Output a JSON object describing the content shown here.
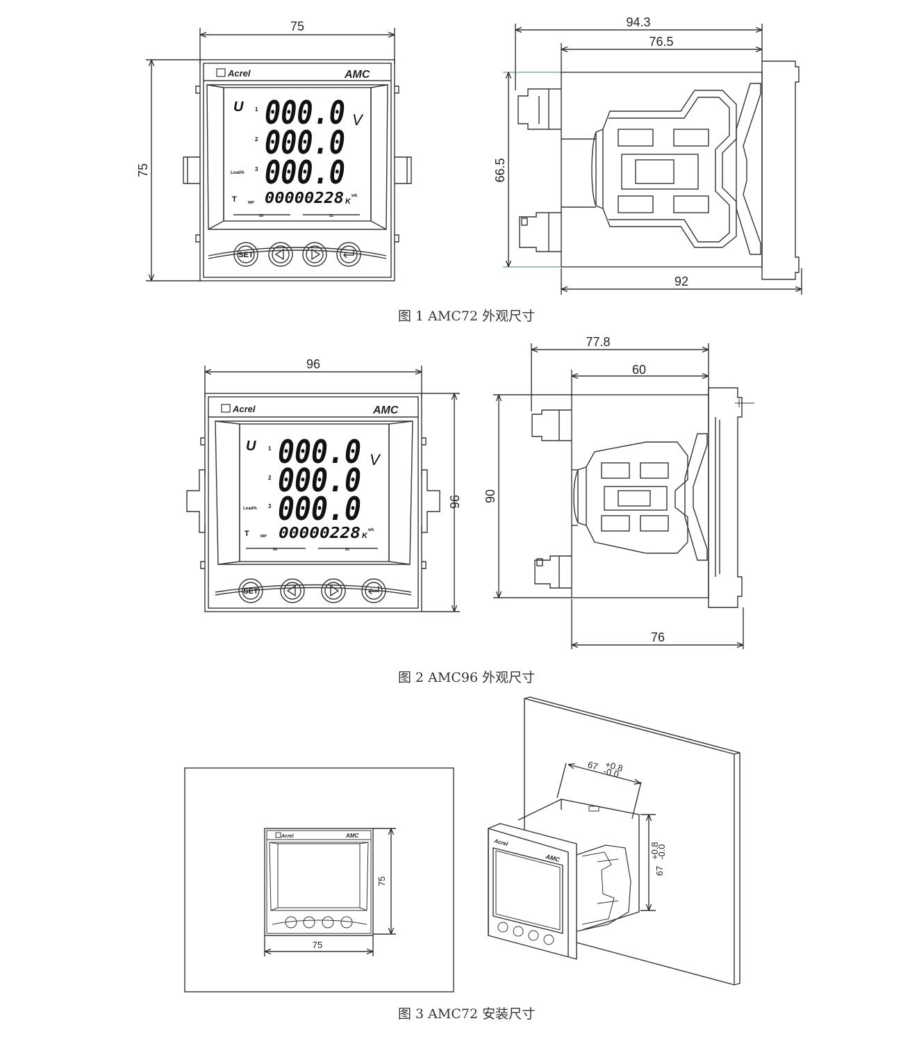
{
  "figure1": {
    "caption": "图 1 AMC72 外观尺寸",
    "front": {
      "width": "75",
      "height": "75"
    },
    "side": {
      "overall_depth": "94.3",
      "body_depth": "76.5",
      "panel_height": "66.5",
      "bottom_depth": "92"
    }
  },
  "figure2": {
    "caption": "图 2 AMC96 外观尺寸",
    "front": {
      "width": "96",
      "height": "96"
    },
    "side": {
      "overall_depth": "77.8",
      "body_depth": "60",
      "panel_height": "90",
      "bottom_depth": "76"
    }
  },
  "figure3": {
    "caption": "图 3 AMC72 安装尺寸",
    "front": {
      "width": "75",
      "height": "75"
    },
    "cutout": {
      "base": "67",
      "tol_plus": "+0.8",
      "tol_minus": "-0.0"
    }
  },
  "meter_face": {
    "brand": "Acrel",
    "model": "AMC",
    "row_labels": [
      "U",
      "1",
      "2",
      "3",
      "Load%",
      "T",
      "IMP"
    ],
    "readings": [
      "000.0",
      "000.0",
      "000.0"
    ],
    "unit": "V",
    "energy": "00000228",
    "energy_unit": "K",
    "energy_unit_sup": "wh",
    "bar_labels": [
      "S0",
      "S1"
    ],
    "buttons": [
      "SET",
      "◁",
      "▷",
      "↵"
    ]
  }
}
